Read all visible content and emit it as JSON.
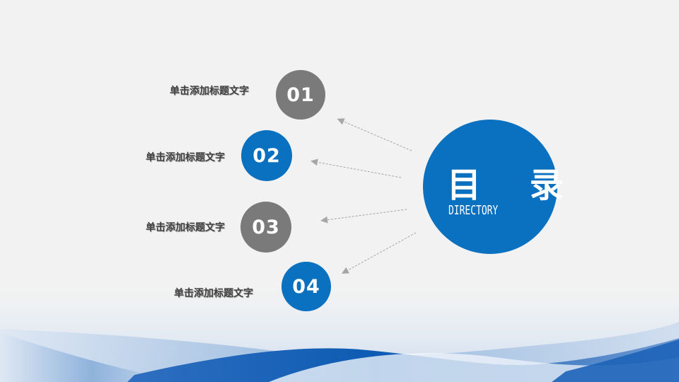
{
  "colors": {
    "background": "#f2f2f2",
    "blue": "#0a70c0",
    "gray": "#7a7a7a",
    "arrow": "#a6a6a6"
  },
  "main": {
    "title": "目 录",
    "subtitle": "DIRECTORY"
  },
  "items": [
    {
      "number": "01",
      "label": "单击添加标题文字",
      "color": "gray"
    },
    {
      "number": "02",
      "label": "单击添加标题文字",
      "color": "blue"
    },
    {
      "number": "03",
      "label": "单击添加标题文字",
      "color": "gray"
    },
    {
      "number": "04",
      "label": "单击添加标题文字",
      "color": "blue"
    }
  ]
}
